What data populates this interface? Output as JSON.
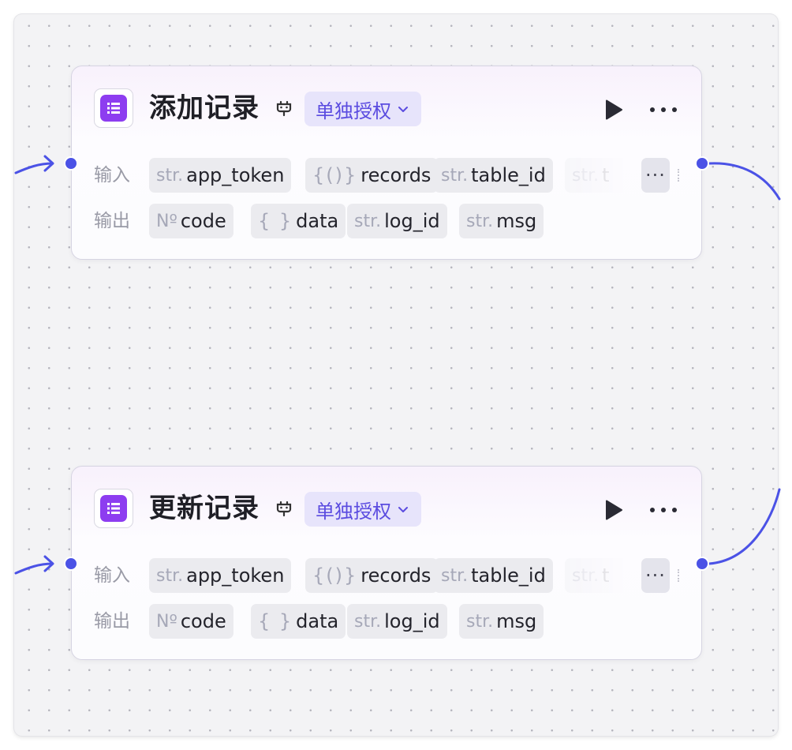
{
  "colors": {
    "accent": "#4b52e6",
    "node_icon": "#8d3df0",
    "auth_tag_bg": "#e7e4fb",
    "auth_tag_text": "#5b4ce0",
    "canvas": "#f3f3f5"
  },
  "nodes": [
    {
      "icon": "table-icon",
      "title": "添加记录",
      "auth_label": "单独授权",
      "input_label": "输入",
      "output_label": "输出",
      "inputs": [
        {
          "type": "str.",
          "name": "app_token"
        },
        {
          "type": "{()}",
          "name": "records"
        },
        {
          "type": "str.",
          "name": "table_id"
        },
        {
          "type": "str.",
          "name": "t"
        }
      ],
      "outputs": [
        {
          "type": "Nº",
          "name": "code"
        },
        {
          "type": "{ }",
          "name": "data"
        },
        {
          "type": "str.",
          "name": "log_id"
        },
        {
          "type": "str.",
          "name": "msg"
        }
      ],
      "more_label": "···"
    },
    {
      "icon": "table-icon",
      "title": "更新记录",
      "auth_label": "单独授权",
      "input_label": "输入",
      "output_label": "输出",
      "inputs": [
        {
          "type": "str.",
          "name": "app_token"
        },
        {
          "type": "{()}",
          "name": "records"
        },
        {
          "type": "str.",
          "name": "table_id"
        },
        {
          "type": "str.",
          "name": "t"
        }
      ],
      "outputs": [
        {
          "type": "Nº",
          "name": "code"
        },
        {
          "type": "{ }",
          "name": "data"
        },
        {
          "type": "str.",
          "name": "log_id"
        },
        {
          "type": "str.",
          "name": "msg"
        }
      ],
      "more_label": "···"
    }
  ]
}
